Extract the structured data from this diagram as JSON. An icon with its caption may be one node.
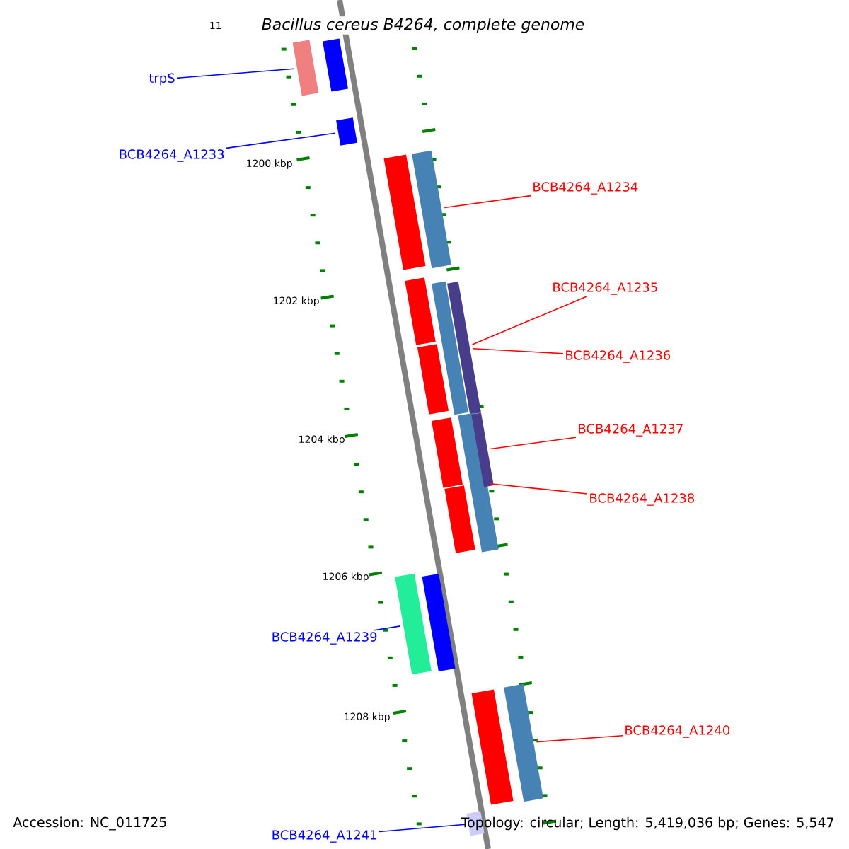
{
  "diagram": {
    "title": "*Bacillus cereus* B4264, complete genome",
    "nodes": [
      {
        "text": [
          "trpS"
        ]
      },
      {
        "text": [],
        "shape": "bar"
      },
      {
        "text": [],
        "shape": "bar"
      },
      {
        "text": [
          "BCB4264_A1233"
        ]
      },
      {
        "text": [],
        "shape": "bar"
      },
      {
        "text": [
          "BCB4264_A1234"
        ]
      },
      {
        "text": [],
        "shape": "bar"
      },
      {
        "text": [],
        "shape": "bar"
      },
      {
        "text": [
          "BCB4264_A1235"
        ]
      },
      {
        "text": [],
        "shape": "bar"
      },
      {
        "text": [],
        "shape": "bar"
      },
      {
        "text": [],
        "shape": "bar"
      },
      {
        "text": [
          "BCB4264_A1236"
        ]
      },
      {
        "text": [],
        "shape": "bar"
      },
      {
        "text": [
          "BCB4264_A1237"
        ]
      },
      {
        "text": [],
        "shape": "bar"
      },
      {
        "text": [],
        "shape": "bar"
      },
      {
        "text": [],
        "shape": "bar"
      },
      {
        "text": [
          "BCB4264_A1238"
        ]
      },
      {
        "text": [],
        "shape": "bar"
      },
      {
        "text": [
          "BCB4264_A1239"
        ]
      },
      {
        "text": [],
        "shape": "bar"
      },
      {
        "text": [],
        "shape": "bar"
      },
      {
        "text": [
          "BCB4264_A1240"
        ]
      },
      {
        "text": [],
        "shape": "bar"
      },
      {
        "text": [],
        "shape": "bar"
      },
      {
        "text": [
          "BCB4264_A1241"
        ]
      },
      {
        "text": [],
        "shape": "bar"
      }
    ],
    "edges": [
      {
        "from": 0,
        "to": 1,
        "arrow": "none",
        "color": "#0000ff"
      },
      {
        "from": 3,
        "to": 4,
        "arrow": "none",
        "color": "#0000ff"
      },
      {
        "from": 5,
        "to": 7,
        "arrow": "none"
      },
      {
        "from": 8,
        "to": 11,
        "arrow": "none"
      },
      {
        "from": 12,
        "to": 11,
        "arrow": "none"
      },
      {
        "from": 14,
        "to": 17,
        "arrow": "none"
      },
      {
        "from": 18,
        "to": 16,
        "arrow": "none"
      },
      {
        "from": 20,
        "to": 21,
        "arrow": "none",
        "color": "#0000ff"
      },
      {
        "from": 23,
        "to": 25,
        "arrow": "none"
      },
      {
        "from": 26,
        "to": 27,
        "arrow": "none",
        "color": "#0000ff"
      }
    ],
    "labels": [
      "11",
      "1200 kbp",
      "1202 kbp",
      "1204 kbp",
      "1206 kbp",
      "1208 kbp",
      "Accession: NC_011725",
      "Topology: circular; Length: 5,419,036 bp; Genes: 5,547"
    ]
  }
}
